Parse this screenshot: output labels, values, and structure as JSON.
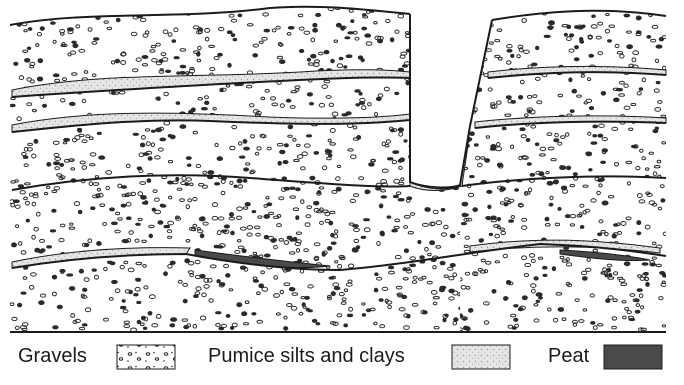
{
  "legend": {
    "gravels_label": "Gravels",
    "pumice_label": "Pumice silts and clays",
    "peat_label": "Peat"
  },
  "colors": {
    "background": "#ffffff",
    "ink": "#1b1b1b",
    "pebble": "#2a2a2a",
    "pumice": "#d6d6d6",
    "peat": "#4a4a4a"
  },
  "layers": [
    "gravel-unit-1",
    "gravel-unit-2",
    "gravel-unit-3",
    "gravel-unit-4",
    "gravel-unit-5"
  ]
}
